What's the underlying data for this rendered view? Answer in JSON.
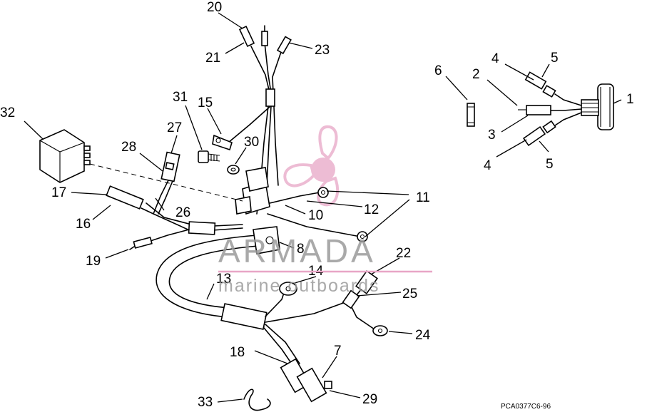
{
  "callouts": {
    "c1": "1",
    "c2": "2",
    "c3": "3",
    "c4a": "4",
    "c4b": "4",
    "c5a": "5",
    "c5b": "5",
    "c6": "6",
    "c7": "7",
    "c8": "8",
    "c10": "10",
    "c11": "11",
    "c12": "12",
    "c13": "13",
    "c14": "14",
    "c15": "15",
    "c16": "16",
    "c17": "17",
    "c18": "18",
    "c19": "19",
    "c20": "20",
    "c21": "21",
    "c22": "22",
    "c23": "23",
    "c24": "24",
    "c25": "25",
    "c26": "26",
    "c27": "27",
    "c28": "28",
    "c29": "29",
    "c30": "30",
    "c31": "31",
    "c32": "32",
    "c33": "33"
  },
  "drawing_code": "PCA0377C",
  "drawing_date": "6-96",
  "watermark": {
    "brand": "ARMADA",
    "tagline": "marine outboards",
    "color": "#e8a6c6"
  }
}
